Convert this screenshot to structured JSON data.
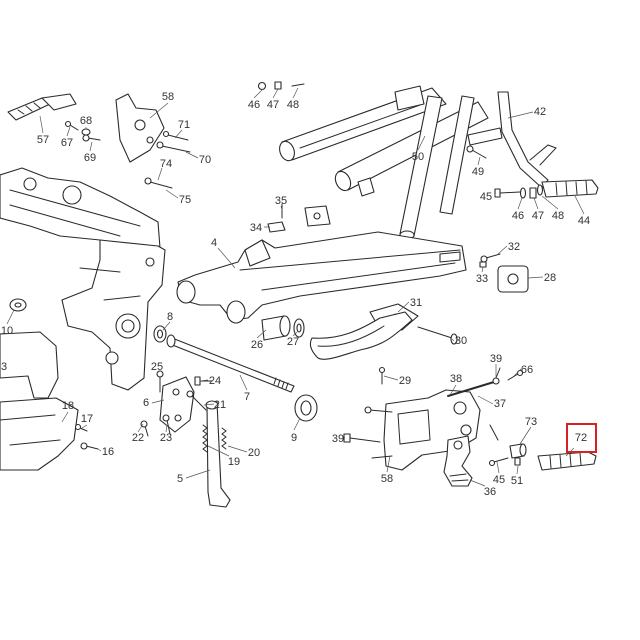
{
  "diagram": {
    "callouts": [
      "58",
      "68",
      "71",
      "57",
      "67",
      "69",
      "70",
      "74",
      "75",
      "46",
      "47",
      "48",
      "42",
      "50",
      "49",
      "45",
      "46",
      "47",
      "48",
      "44",
      "35",
      "34",
      "4",
      "32",
      "33",
      "28",
      "31",
      "8",
      "10",
      "26",
      "27",
      "30",
      "3",
      "39",
      "66",
      "25",
      "24",
      "38",
      "29",
      "7",
      "6",
      "21",
      "18",
      "37",
      "17",
      "73",
      "22",
      "23",
      "9",
      "39",
      "16",
      "20",
      "19",
      "5",
      "45",
      "51",
      "58",
      "36"
    ],
    "highlighted_callout": "72",
    "highlight_color": "#d62222",
    "line_color": "#2b2b2b"
  }
}
